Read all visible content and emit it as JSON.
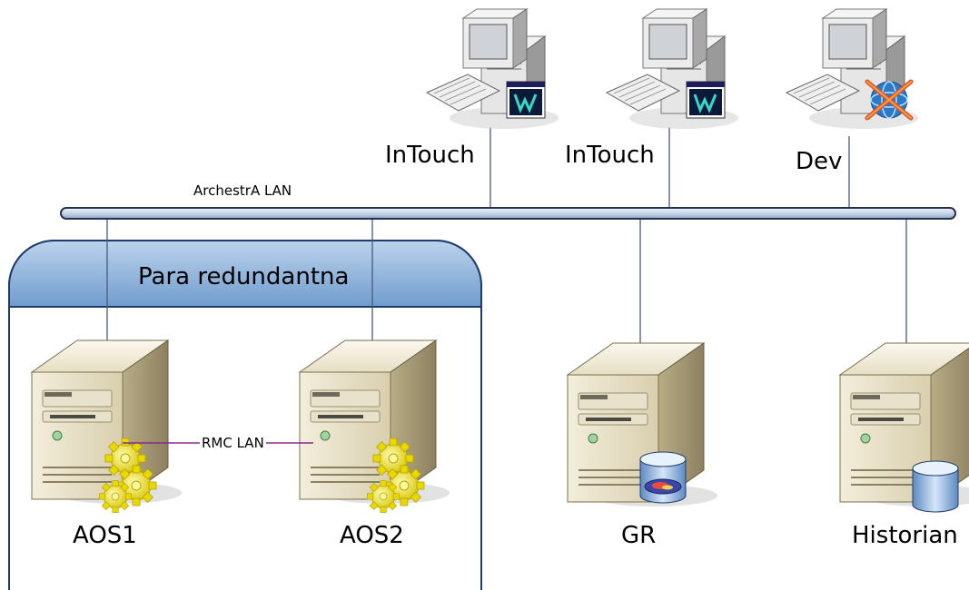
{
  "network": {
    "lan_label": "ArchestrA LAN",
    "rmc_label": "RMC LAN"
  },
  "group": {
    "title": "Para redundantna"
  },
  "workstations": [
    {
      "label": "InTouch",
      "icon": "intouch-icon"
    },
    {
      "label": "InTouch",
      "icon": "intouch-icon"
    },
    {
      "label": "Dev",
      "icon": "ide-globe-icon"
    }
  ],
  "servers": [
    {
      "label": "AOS1",
      "icon": "gears-icon"
    },
    {
      "label": "AOS2",
      "icon": "gears-icon"
    },
    {
      "label": "GR",
      "icon": "galaxy-database-icon"
    },
    {
      "label": "Historian",
      "icon": "database-icon"
    }
  ],
  "colors": {
    "lan_bar": "#c7d6e8",
    "lan_line": "#4a5a7a",
    "rmc_line": "#8a2a8a",
    "group_header": "#7fa7d3",
    "server_beige": "#d8cfb0",
    "gear_yellow": "#f0e020"
  }
}
